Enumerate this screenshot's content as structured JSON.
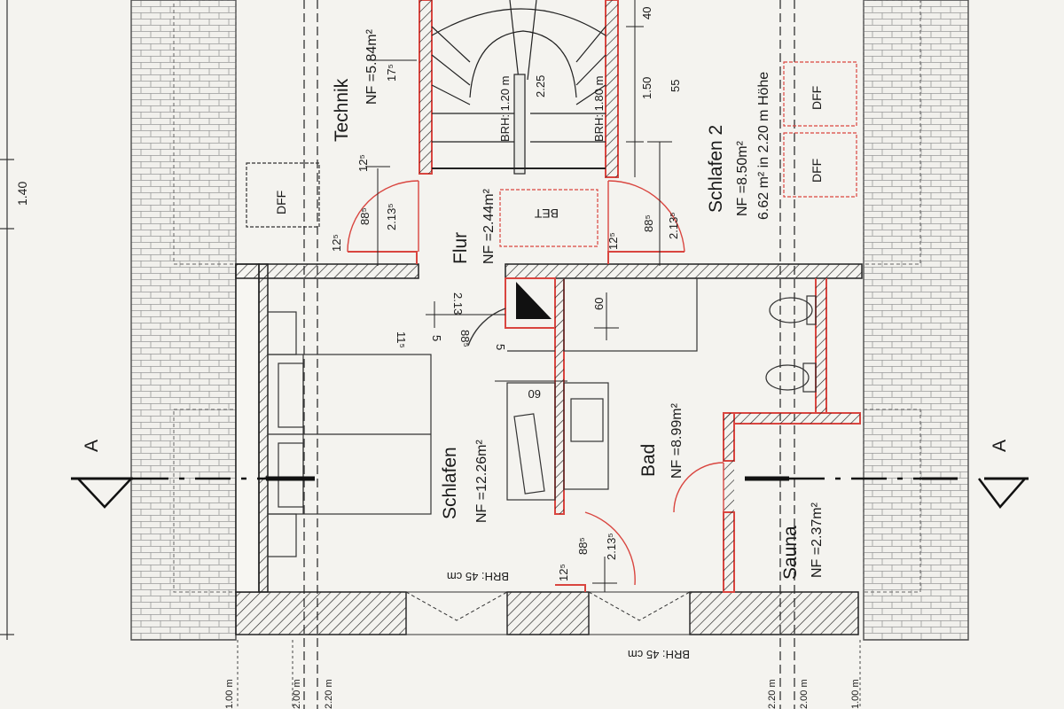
{
  "rooms": {
    "technik": {
      "name": "Technik",
      "area": "NF =5.84m²"
    },
    "flur": {
      "name": "Flur",
      "area": "NF =2.44m²"
    },
    "schlafen2": {
      "name": "Schlafen 2",
      "area": "NF =8.50m²",
      "note": "6.62 m² in 2.20 m Höhe"
    },
    "schlafen": {
      "name": "Schlafen",
      "area": "NF =12.26m²"
    },
    "bad": {
      "name": "Bad",
      "area": "NF =8.99m²"
    },
    "sauna": {
      "name": "Sauna",
      "area": "NF =2.37m²"
    }
  },
  "symbols": {
    "dff": "DFF",
    "bet": "BET",
    "section": "A"
  },
  "dimensions": {
    "brh_stair_left": "BRH: 1.20 m",
    "brh_stair_right": "BRH: 1.80 m",
    "stair_225": "2.25",
    "d_150": "1.50",
    "d_55": "55",
    "d_40": "40",
    "d_140": "1.40",
    "d_17": "17⁵",
    "door_125": "12⁵",
    "door_885": "88⁵",
    "door_213": "2.13⁵",
    "flur_213": "2.13",
    "d_115": "11⁵",
    "d_5": "5",
    "d_60": "60",
    "d_60b": "60",
    "brh_45": "BRH: 45 cm",
    "bottom_2": "2.00 m",
    "bottom_220": "2.20 m",
    "bottom_100": "1.00 m"
  }
}
